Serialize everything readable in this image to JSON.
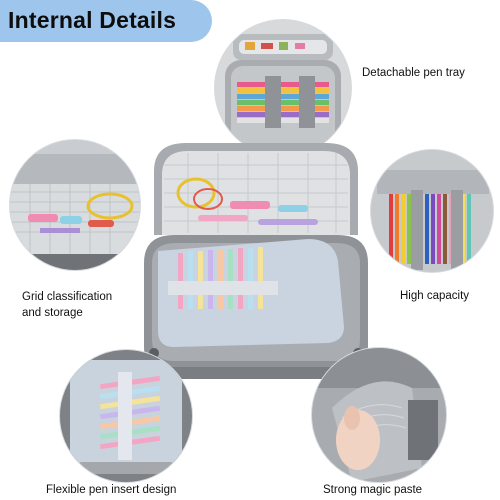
{
  "header": {
    "title": "Internal Details"
  },
  "features": {
    "pen_tray": "Detachable pen tray",
    "grid": "Grid classification and storage",
    "capacity": "High capacity",
    "pen_insert": "Flexible pen insert design",
    "magic_paste": "Strong magic paste"
  }
}
